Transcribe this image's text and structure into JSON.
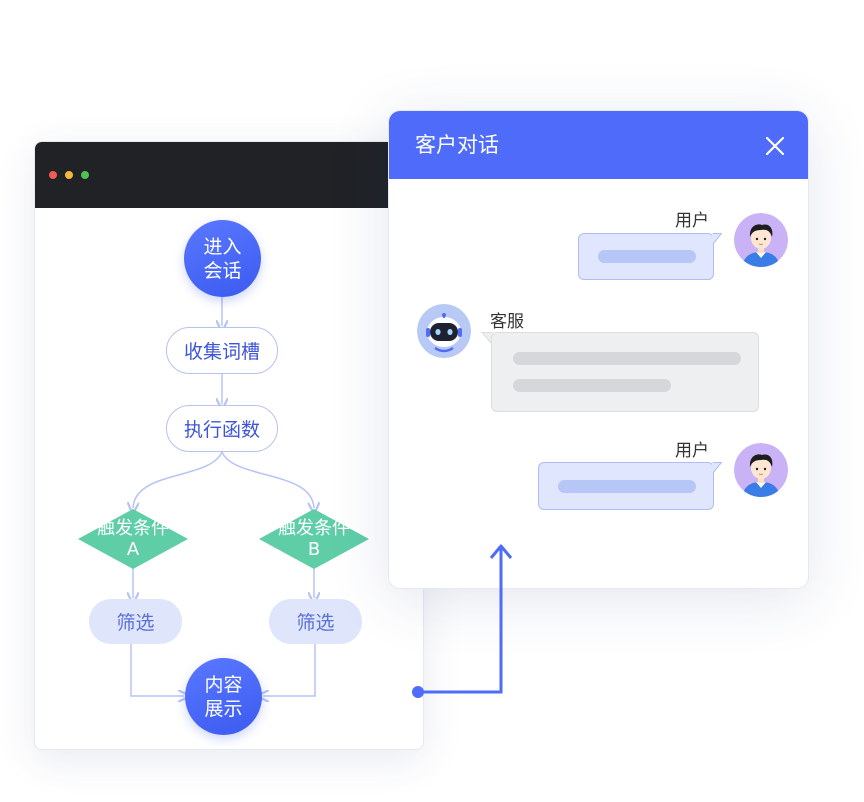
{
  "flow": {
    "start": {
      "line1": "进入",
      "line2": "会话"
    },
    "collect": "收集词槽",
    "execute": "执行函数",
    "trigger_a": {
      "line1": "触发条件",
      "line2": "A"
    },
    "trigger_b": {
      "line1": "触发条件",
      "line2": "B"
    },
    "filter_a": "筛选",
    "filter_b": "筛选",
    "end": {
      "line1": "内容",
      "line2": "展示"
    }
  },
  "chat": {
    "title": "客户对话",
    "messages": [
      {
        "speaker": "用户"
      },
      {
        "speaker": "客服"
      },
      {
        "speaker": "用户"
      }
    ]
  },
  "colors": {
    "accent": "#4e6bf9",
    "node_green": "#5fcea7",
    "titlebar": "#202226"
  }
}
